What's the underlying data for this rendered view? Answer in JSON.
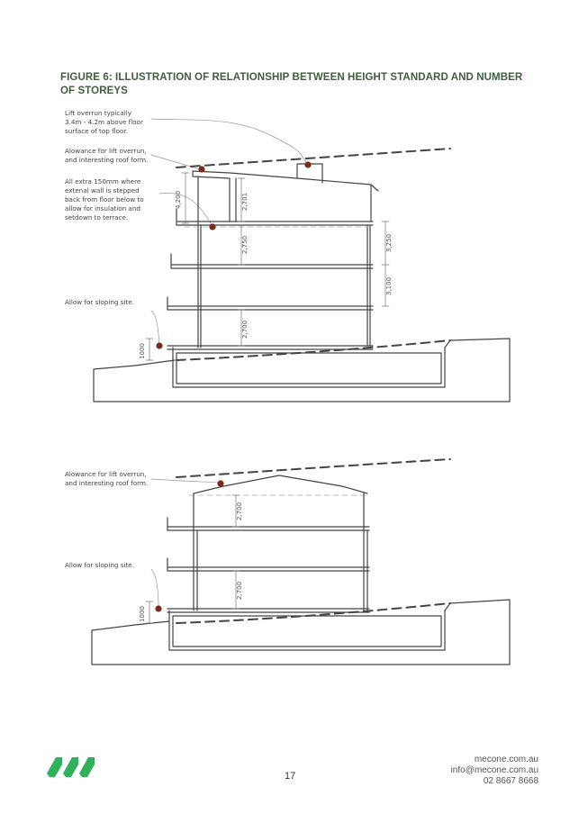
{
  "figure": {
    "title": "FIGURE 6: ILLUSTRATION OF RELATIONSHIP BETWEEN HEIGHT STANDARD AND NUMBER OF STOREYS"
  },
  "diagram1": {
    "notes": {
      "lift": [
        "Lift overrun typically",
        "3.4m - 4.2m above floor",
        "surface of top floor."
      ],
      "roof": [
        "Alowance for lift overrun,",
        "and interesting roof form."
      ],
      "wall": [
        "All extra 150mm where",
        "extenal wall is stepped",
        "back from floor below to",
        "allow for insulation and",
        "setdown to terrace."
      ],
      "site": "Allow for sloping site."
    },
    "dims": {
      "d4200": "4,200",
      "d2701": "2,701",
      "d2750": "2,750",
      "d3250": "3,250",
      "d3100": "3,100",
      "d2700": "2,700",
      "d1000": "1000"
    }
  },
  "diagram2": {
    "notes": {
      "roof": [
        "Alowance for lift overrun,",
        "and interesting roof form."
      ],
      "site": "Allow for sloping site."
    },
    "dims": {
      "d2700a": "2,700",
      "d2700b": "2,700",
      "d1000": "1000"
    }
  },
  "footer": {
    "page_number": "17",
    "website": "mecone.com.au",
    "email": "info@mecone.com.au",
    "phone": "02 8667 8668"
  },
  "colors": {
    "title": "#3f5f3b",
    "marker": "#7a2b1a",
    "logo": "#2fb25a"
  }
}
